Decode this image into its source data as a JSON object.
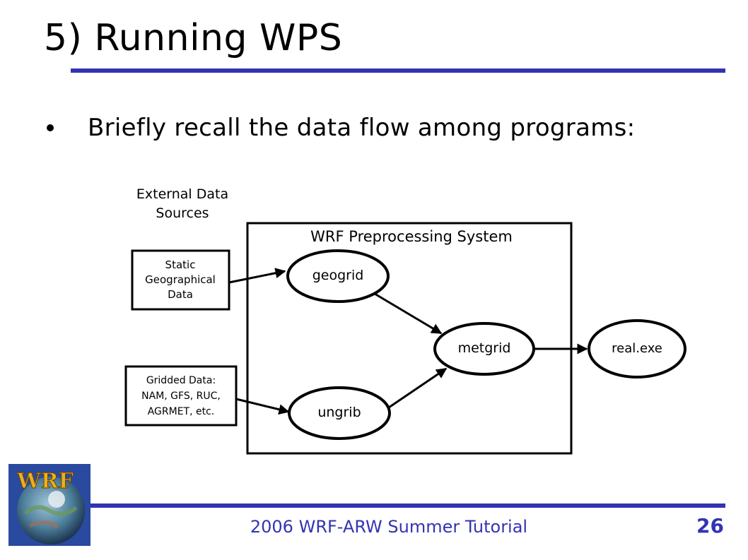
{
  "slide": {
    "title": "5) Running WPS",
    "bullet": "Briefly recall the data flow among programs:"
  },
  "diagram": {
    "external_label_line1": "External Data",
    "external_label_line2": "Sources",
    "wps_label": "WRF Preprocessing System",
    "static_line1": "Static",
    "static_line2": "Geographical",
    "static_line3": "Data",
    "gridded_line1": "Gridded Data:",
    "gridded_line2": "NAM, GFS, RUC,",
    "gridded_line3": "AGRMET, etc.",
    "geogrid": "geogrid",
    "ungrib": "ungrib",
    "metgrid": "metgrid",
    "real_exe": "real.exe"
  },
  "footer": {
    "text": "2006 WRF-ARW Summer Tutorial",
    "page": "26",
    "logo_text": "WRF"
  },
  "colors": {
    "accent": "#3333b3",
    "logo_gold": "#e8b020"
  }
}
